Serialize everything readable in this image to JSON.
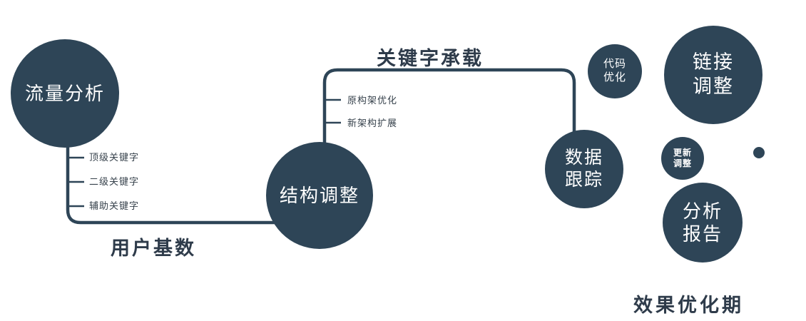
{
  "colors": {
    "node_fill": "#2e4557",
    "line": "#2e4557",
    "node_text": "#ffffff",
    "label_text": "#2e3b4a",
    "tick_text": "#37424c",
    "background": "#ffffff"
  },
  "nodes": {
    "traffic": {
      "lines": [
        "流量分析"
      ]
    },
    "structure": {
      "lines": [
        "结构调整"
      ]
    },
    "tracking": {
      "lines": [
        "数据",
        "跟踪"
      ]
    },
    "code": {
      "lines": [
        "代码",
        "优化"
      ]
    },
    "link": {
      "lines": [
        "链接",
        "调整"
      ]
    },
    "update": {
      "lines": [
        "更新",
        "调整"
      ]
    },
    "report": {
      "lines": [
        "分析",
        "报告"
      ]
    }
  },
  "edge_labels": {
    "user_base": "用户基数",
    "keyword_carry": "关键字承载"
  },
  "branch_labels": {
    "left": [
      "顶级关键字",
      "二级关键字",
      "辅助关键字"
    ],
    "middle": [
      "原构架优化",
      "新架构扩展"
    ]
  },
  "caption": "效果优化期"
}
